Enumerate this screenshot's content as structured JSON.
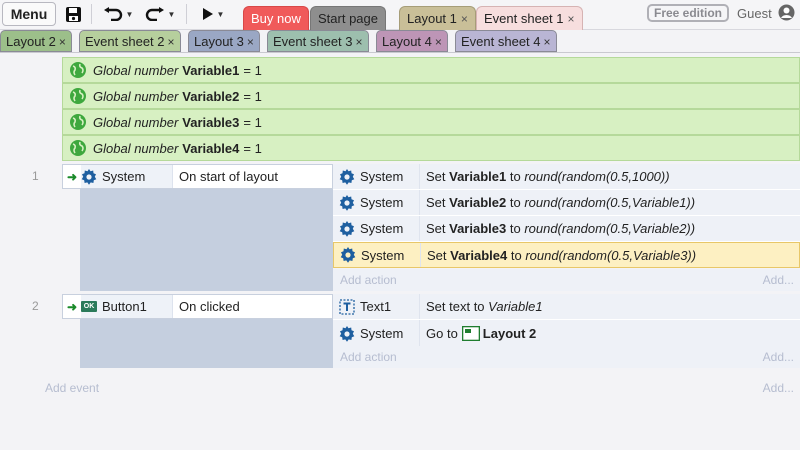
{
  "toolbar": {
    "menu_label": "Menu",
    "save_icon": "save-icon",
    "undo_icon": "undo-icon",
    "redo_icon": "redo-icon",
    "play_icon": "play-icon",
    "free_edition_label": "Free edition",
    "user_label": "Guest"
  },
  "tabs_row1": [
    {
      "label": "Buy now",
      "color": "#f05a5a",
      "text_color": "#ffffff",
      "closable": false
    },
    {
      "label": "Start page",
      "color": "#8e8e8e",
      "text_color": "#222222",
      "closable": false
    },
    {
      "label": "Layout 1",
      "color": "#c9bf98",
      "text_color": "#222222",
      "closable": true,
      "close": "×"
    },
    {
      "label": "Event sheet 1",
      "color": "#f7dede",
      "text_color": "#222222",
      "closable": true,
      "close": "×"
    }
  ],
  "tabs_row2": [
    {
      "label": "Layout 2",
      "color": "#9cbf8a",
      "close": "×"
    },
    {
      "label": "Event sheet 2",
      "color": "#b6cf9d",
      "close": "×"
    },
    {
      "label": "Layout 3",
      "color": "#9aa7c4",
      "close": "×"
    },
    {
      "label": "Event sheet 3",
      "color": "#9dbfae",
      "close": "×"
    },
    {
      "label": "Layout 4",
      "color": "#bd95b6",
      "close": "×"
    },
    {
      "label": "Event sheet 4",
      "color": "#b9b5d4",
      "close": "×"
    }
  ],
  "globals": [
    {
      "keyword": "Global number",
      "name": "Variable1",
      "value": "= 1"
    },
    {
      "keyword": "Global number",
      "name": "Variable2",
      "value": "= 1"
    },
    {
      "keyword": "Global number",
      "name": "Variable3",
      "value": "= 1"
    },
    {
      "keyword": "Global number",
      "name": "Variable4",
      "value": "= 1"
    }
  ],
  "events": [
    {
      "number": "1",
      "condition": {
        "object": "System",
        "text": "On start of layout"
      },
      "actions": [
        {
          "object": "System",
          "pre": "Set ",
          "var": "Variable1",
          "mid": " to ",
          "expr": "round(random(0.5,1000))"
        },
        {
          "object": "System",
          "pre": "Set ",
          "var": "Variable2",
          "mid": " to ",
          "expr": "round(random(0.5,Variable1))"
        },
        {
          "object": "System",
          "pre": "Set ",
          "var": "Variable3",
          "mid": " to ",
          "expr": "round(random(0.5,Variable2))"
        },
        {
          "object": "System",
          "pre": "Set ",
          "var": "Variable4",
          "mid": " to ",
          "expr": "round(random(0.5,Variable3))"
        }
      ],
      "add_action": "Add action",
      "add_right": "Add..."
    },
    {
      "number": "2",
      "condition": {
        "object": "Button1",
        "text": "On clicked",
        "badge": "OK"
      },
      "actions": [
        {
          "object": "Text1",
          "pre": "Set text to ",
          "expr": "Variable1"
        },
        {
          "object": "System",
          "pre": "Go to ",
          "target": "Layout 2"
        }
      ],
      "add_action": "Add action",
      "add_right": "Add..."
    }
  ],
  "footer": {
    "add_event": "Add event",
    "add_right": "Add..."
  }
}
